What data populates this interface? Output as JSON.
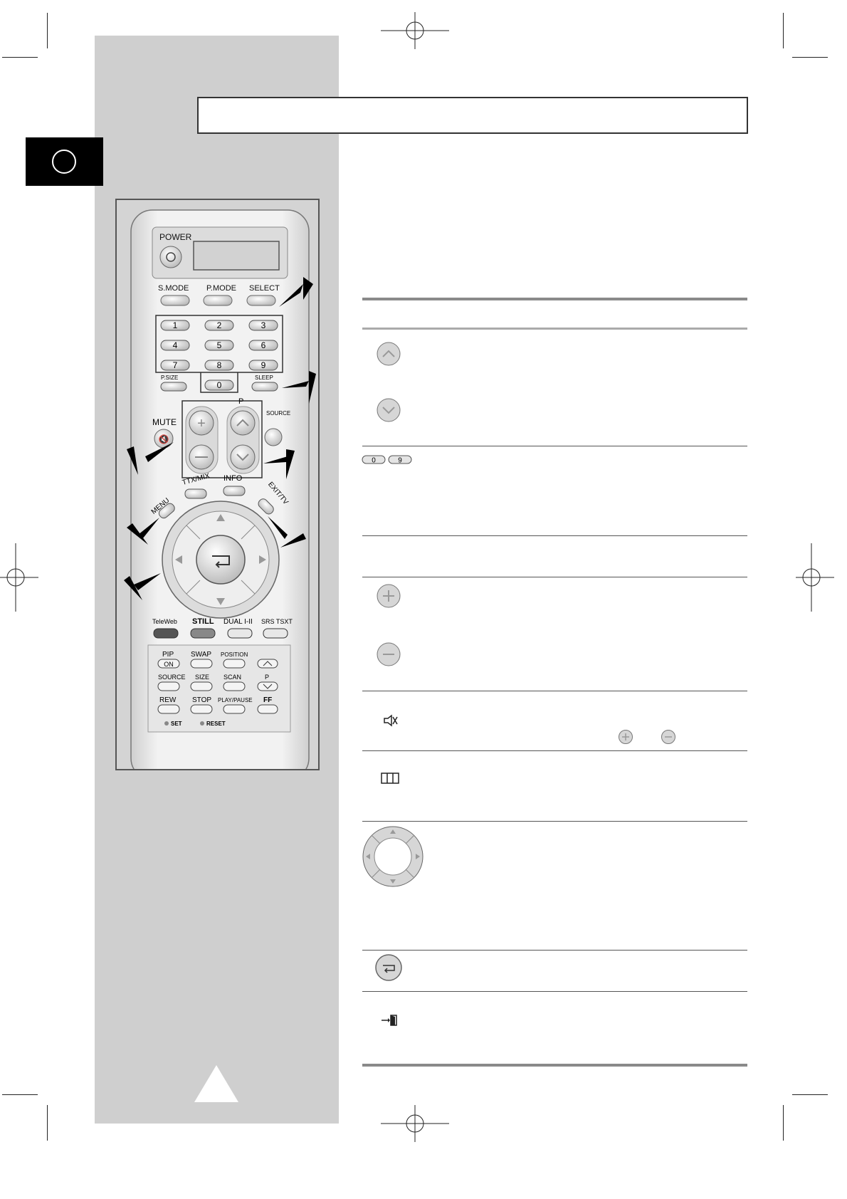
{
  "remote": {
    "power_label": "POWER",
    "smode_label": "S.MODE",
    "pmode_label": "P.MODE",
    "select_label": "SELECT",
    "digits": [
      "1",
      "2",
      "3",
      "4",
      "5",
      "6",
      "7",
      "8",
      "9",
      "0"
    ],
    "psize_label": "P.SIZE",
    "sleep_label": "SLEEP",
    "mute_label": "MUTE",
    "p_label": "P",
    "source_label": "SOURCE",
    "ttxmix_label": "TTX/MIX",
    "info_label": "INFO",
    "menu_label": "MENU",
    "exittv_label": "EXIT/TV",
    "teleweb_label": "TeleWeb",
    "still_label": "STILL",
    "dual_label": "DUAL I-II",
    "srstsxt_label": "SRS TSXT",
    "pip_label": "PIP",
    "swap_label": "SWAP",
    "position_label": "POSITION",
    "on_label": "ON",
    "source2_label": "SOURCE",
    "size_label": "SIZE",
    "scan_label": "SCAN",
    "p2_label": "P",
    "rew_label": "REW",
    "stop_label": "STOP",
    "playpause_label": "PLAY/PAUSE",
    "ff_label": "FF",
    "set_label": "SET",
    "reset_label": "RESET"
  },
  "table": {
    "digit_key_0": "0",
    "digit_key_9": "9"
  },
  "colors": {
    "gray_column": "#cfcfcf",
    "remote_body": "#e8e8e8",
    "rule_thick": "#8a8a8a"
  }
}
